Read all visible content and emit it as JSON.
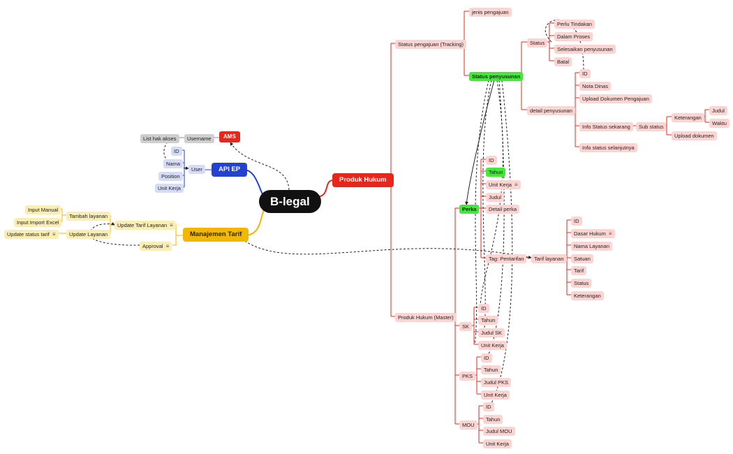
{
  "root": "B-legal",
  "branches": {
    "produk_hukum": {
      "label": "Produk Hukum",
      "status_pengajuan": {
        "label": "Status pengajuan (Tracking)",
        "jenis_pengajuan": "jenis pengajuan",
        "status_penyusunan": {
          "label": "Status penyusunan",
          "status": {
            "label": "Status",
            "items": [
              "Perlu Tindakan",
              "Dalam Proses",
              "Selesaikan penyusunan",
              "Batal"
            ]
          },
          "detail_penyusunan": {
            "label": "detail penyusunan",
            "id": "ID",
            "nota_dinas": "Nota Dinas",
            "upload_dokumen_pengajuan": "Upload Dokumen Pengajuan",
            "info_status_sekarang": {
              "label": "Info Status sekarang",
              "sub_status": {
                "label": "Sub status",
                "keterangan": {
                  "label": "Keterangan",
                  "items": [
                    "Judul",
                    "Waktu"
                  ]
                },
                "upload_dokumen": "Upload dokumen"
              }
            },
            "info_status_selanjutnya": "Info status selanjutnya"
          }
        }
      },
      "produk_hukum_master": {
        "label": "Produk Hukum (Master)",
        "perka": {
          "label": "Perka",
          "items": [
            "ID",
            "Tahun",
            "Unit Kerja",
            "Judul",
            "Detail perka"
          ],
          "tag": {
            "label": "Tag: Pentarifan",
            "tarif_layanan": {
              "label": "Tarif layanan",
              "items": [
                "ID",
                "Dasar Hukum",
                "Nama Layanan",
                "Satuan",
                "Tarif",
                "Status",
                "Keterangan"
              ]
            }
          }
        },
        "sk": {
          "label": "SK",
          "items": [
            "ID",
            "Tahun",
            "Judul SK",
            "Unit Kerja"
          ]
        },
        "pks": {
          "label": "PKS",
          "items": [
            "ID",
            "Tahun",
            "Judul PKS",
            "Unit Kerja"
          ]
        },
        "mou": {
          "label": "MOU",
          "items": [
            "ID",
            "Tahun",
            "Judul MOU",
            "Unit Kerja"
          ]
        }
      }
    },
    "api_ep": {
      "label": "API EP",
      "user": {
        "label": "User",
        "items": [
          "ID",
          "Nama",
          "Position",
          "Unit Kerja"
        ]
      }
    },
    "ams": {
      "label": "AMS",
      "username": "Username",
      "list_hak_akses": "List hak akses"
    },
    "manajemen_tarif": {
      "label": "Manajemen Tarif",
      "update_tarif_layanan": {
        "label": "Update Tarif Layanan",
        "tambah_layanan": {
          "label": "Tambah layanan",
          "items": [
            "Input Manual",
            "Input Import Excel"
          ]
        },
        "update_layanan": {
          "label": "Update Layanan",
          "items": [
            "Update status tarif"
          ]
        }
      },
      "approval": "Approval"
    }
  },
  "note_icon": "notes-icon",
  "colors": {
    "red": "#e5271c",
    "red_light": "#fcd5d2",
    "blue": "#2342d0",
    "blue_light": "#d6dcf7",
    "yellow": "#f2b705",
    "yellow_light": "#fbeeb5",
    "green": "#46e63a",
    "gray": "#cfcfcf",
    "root": "#111111"
  }
}
